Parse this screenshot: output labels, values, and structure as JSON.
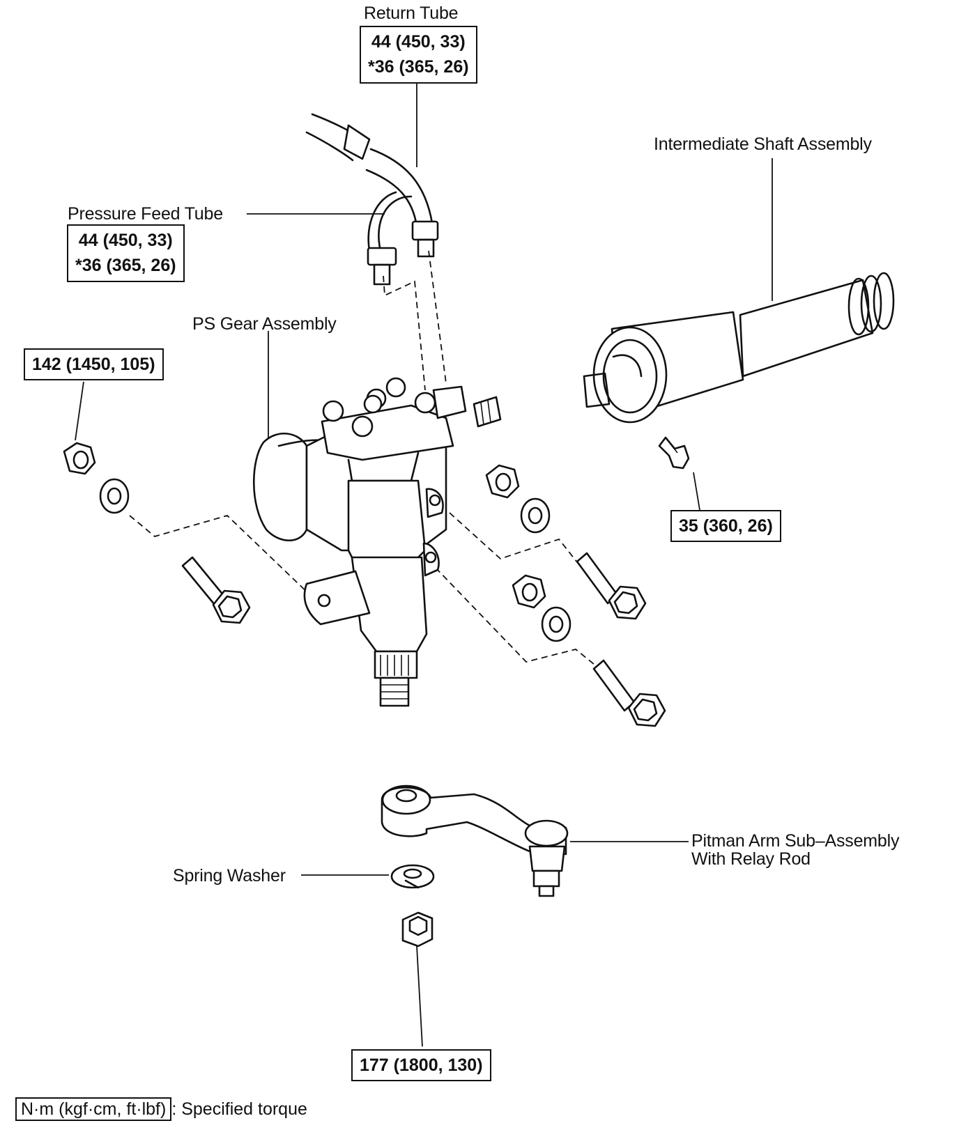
{
  "parts": {
    "return_tube": {
      "label": "Return Tube",
      "torque_1": "44 (450, 33)",
      "torque_2": "*36 (365, 26)"
    },
    "pressure_feed_tube": {
      "label": "Pressure Feed Tube",
      "torque_1": "44 (450, 33)",
      "torque_2": "*36 (365, 26)"
    },
    "intermediate_shaft": {
      "label": "Intermediate Shaft Assembly",
      "torque": "35 (360, 26)"
    },
    "ps_gear": {
      "label": "PS Gear Assembly",
      "torque": "142 (1450, 105)"
    },
    "pitman_arm": {
      "label_line1": "Pitman Arm Sub–Assembly",
      "label_line2": "With Relay Rod"
    },
    "spring_washer": {
      "label": "Spring Washer"
    },
    "nut": {
      "torque": "177 (1800, 130)"
    }
  },
  "legend": {
    "units": "N·m (kgf·cm, ft·lbf)",
    "text": ": Specified torque"
  }
}
